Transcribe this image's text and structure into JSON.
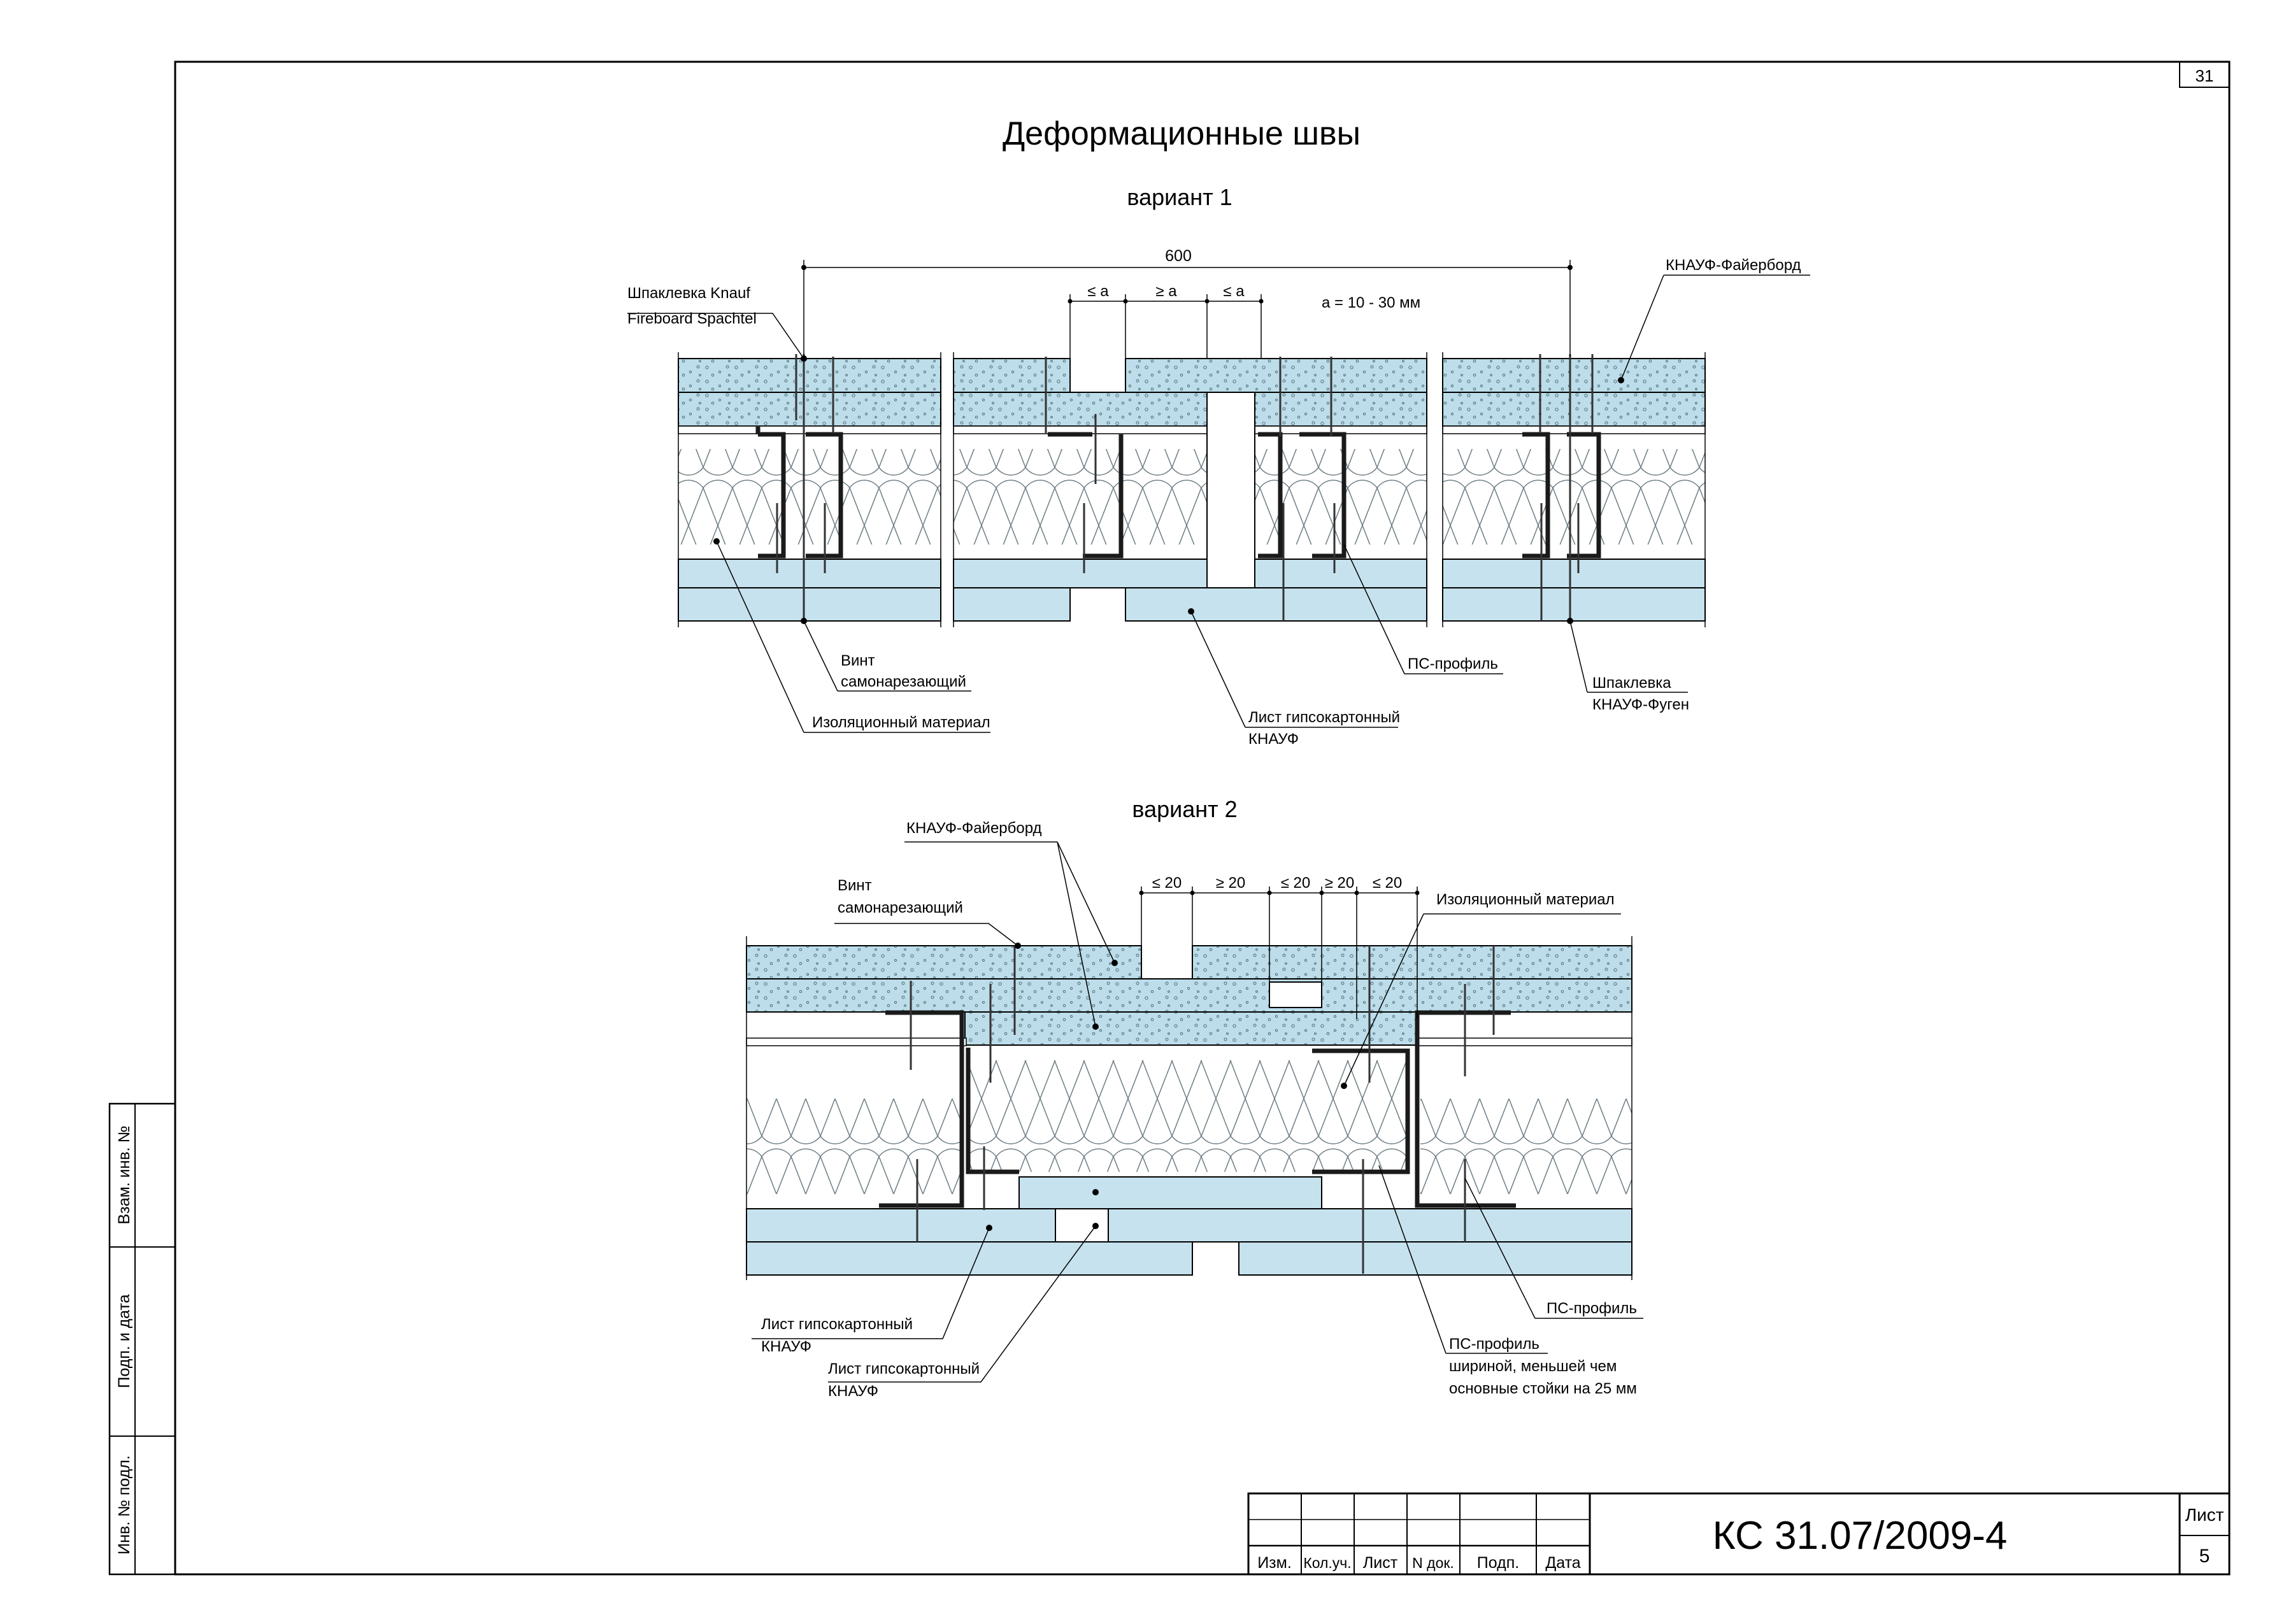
{
  "sheet": {
    "page_number": "31",
    "title": "Деформационные швы",
    "sheet_label": "Лист",
    "sheet_number": "5",
    "document_code": "КС 31.07/2009-4"
  },
  "title_block": {
    "columns": [
      "Изм.",
      "Кол.уч.",
      "Лист",
      "N док.",
      "Подп.",
      "Дата"
    ]
  },
  "side_stamp": {
    "labels": [
      "Взам. инв. №",
      "Подп. и дата",
      "Инв. № подл."
    ]
  },
  "variant1": {
    "title": "вариант 1",
    "dimensions": {
      "total": "600",
      "gap_left": "≤ a",
      "gap_middle": "≥ a",
      "gap_right": "≤ a",
      "note": "a = 10 - 30 мм"
    },
    "callouts": {
      "putty_knauf_l1": "Шпаклевка Knauf",
      "putty_knauf_l2": "Fireboard Spachtel",
      "fireboard": "КНАУФ-Файерборд",
      "screw_l1": "Винт",
      "screw_l2": "самонарезающий",
      "insulation": "Изоляционный материал",
      "gypsum_l1": "Лист гипсокартонный",
      "gypsum_l2": "КНАУФ",
      "ps_profile": "ПС-профиль",
      "fugen_l1": "Шпаклевка",
      "fugen_l2": "КНАУФ-Фуген"
    }
  },
  "variant2": {
    "title": "вариант 2",
    "dimensions": {
      "d1": "≤ 20",
      "d2": "≥ 20",
      "d3": "≤ 20",
      "d4": "≥ 20",
      "d5": "≤ 20"
    },
    "callouts": {
      "fireboard": "КНАУФ-Файерборд",
      "screw_l1": "Винт",
      "screw_l2": "самонарезающий",
      "insulation": "Изоляционный материал",
      "gypsum1_l1": "Лист гипсокартонный",
      "gypsum1_l2": "КНАУФ",
      "gypsum2_l1": "Лист гипсокартонный",
      "gypsum2_l2": "КНАУФ",
      "ps_profile": "ПС-профиль",
      "ps_narrow_l1": "ПС-профиль",
      "ps_narrow_l2": "шириной, меньшей чем",
      "ps_narrow_l3": "основные стойки на 25 мм"
    }
  },
  "colors": {
    "board": "#c6e2ee",
    "fireboard": "#bcdde9",
    "line": "#000000",
    "insulation_line": "#6f7f86",
    "profile": "#1a1a1a"
  }
}
